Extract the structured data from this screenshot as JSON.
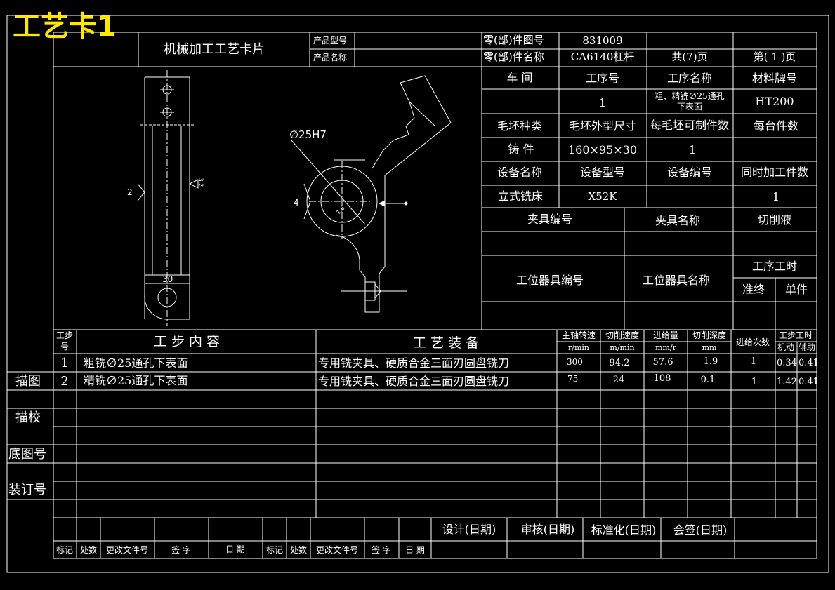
{
  "banner": "工艺卡1",
  "card_title": "机械加工工艺卡片",
  "header": {
    "product_model_label": "产品型号",
    "product_name_label": "产品名称",
    "part_drawing_no_label": "零(部)件图号",
    "part_drawing_no": "831009",
    "part_name_label": "零(部)件名称",
    "part_name": "CA6140杠杆",
    "total_pages": "共(7)页",
    "page_no": "第( 1 )页"
  },
  "process": {
    "workshop_label": "车  间",
    "op_no_label": "工序号",
    "op_name_label": "工序名称",
    "material_label": "材料牌号",
    "op_no": "1",
    "op_name_line1": "粗、精铣∅25通孔",
    "op_name_line2": "下表面",
    "material": "HT200",
    "blank_type_label": "毛坯种类",
    "blank_size_label": "毛坯外型尺寸",
    "parts_per_blank_label": "每毛坯可制件数",
    "parts_per_machine_label": "每台件数",
    "blank_type": "铸  件",
    "blank_size": "160×95×30",
    "parts_per_blank": "1",
    "equip_name_label": "设备名称",
    "equip_model_label": "设备型号",
    "equip_no_label": "设备编号",
    "simultaneous_label": "同时加工件数",
    "equip_name": "立式铣床",
    "equip_model": "X52K",
    "simultaneous": "1",
    "fixture_no_label": "夹具编号",
    "fixture_name_label": "夹具名称",
    "coolant_label": "切削液",
    "station_tool_no_label": "工位器具编号",
    "station_tool_name_label": "工位器具名称",
    "op_time_label": "工序工时",
    "prep_label": "准终",
    "unit_label": "单件"
  },
  "drawing": {
    "hole_label": "∅25H7",
    "dim_30": "30",
    "num_2": "2",
    "num_4": "4",
    "rough_left": "3.2",
    "rough_right": "1.6"
  },
  "steps_header": {
    "step_no_line1": "工步",
    "step_no_line2": "号",
    "content": "工   步   内   容",
    "equipment": "工   艺   装   备",
    "spindle_speed": "主轴转速",
    "spindle_unit": "r/min",
    "cut_speed": "切削速度",
    "cut_speed_unit": "m/min",
    "feed": "进给量",
    "feed_unit": "mm/r",
    "depth": "切削深度",
    "depth_unit": "mm",
    "passes": "进给次数",
    "step_time": "工步工时",
    "machine_time": "机动",
    "aux_time": "辅助"
  },
  "steps": [
    {
      "no": "1",
      "content": "粗铣∅25通孔下表面",
      "equipment": "专用铣夹具、硬质合金三面刃圆盘铣刀",
      "speed": "300",
      "cut_speed": "94.2",
      "feed": "57.6",
      "depth": "1.9",
      "passes": "1",
      "machine": "0.34",
      "aux": "0.41"
    },
    {
      "no": "2",
      "content": "精铣∅25通孔下表面",
      "equipment": "专用铣夹具、硬质合金三面刃圆盘铣刀",
      "speed": "75",
      "cut_speed": "24",
      "feed": "108",
      "depth": "0.1",
      "passes": "1",
      "machine": "1.42",
      "aux": "0.41"
    }
  ],
  "side": {
    "trace": "描图",
    "trace_check": "描校",
    "base_no": "底图号",
    "binding_no": "装订号"
  },
  "footer": {
    "design": "设计(日期)",
    "review": "审核(日期)",
    "standard": "标准化(日期)",
    "countersign": "会签(日期)",
    "mark": "标记",
    "place": "处数",
    "change_doc": "更改文件号",
    "sign": "签  字",
    "date": "日  期",
    "mark2": "标记",
    "place2": "处数",
    "change_doc2": "更改文件号",
    "sign2": "签 字",
    "date2": "日 期"
  }
}
